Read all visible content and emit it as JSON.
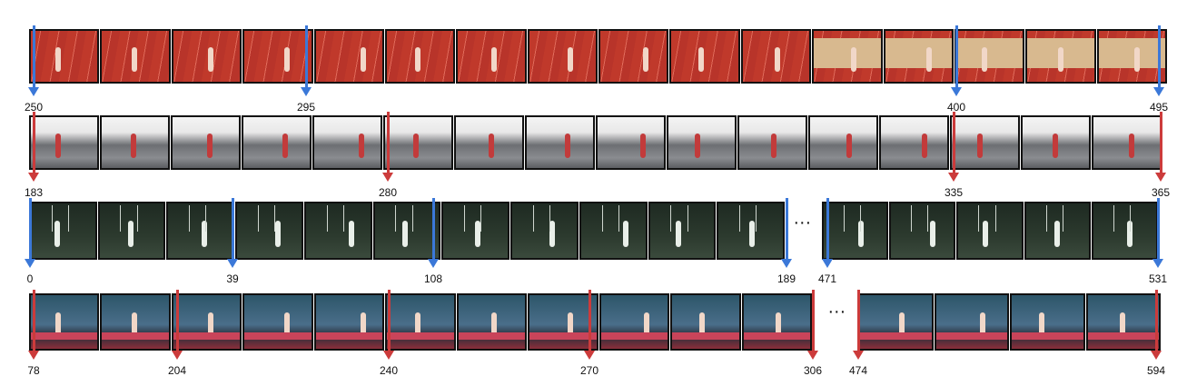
{
  "colors": {
    "marker_blue": "#3b78d8",
    "marker_red": "#cc3b3b",
    "frame_border": "#111111"
  },
  "rows": [
    {
      "id": "row-track",
      "scene": "running track and sandpit",
      "palette": [
        "#c0392b",
        "#b8342a",
        "#c94a3a"
      ],
      "marker_color": "blue",
      "labels": [
        "250",
        "295",
        "400",
        "495"
      ],
      "ellipsis": ""
    },
    {
      "id": "row-hammer-throw",
      "scene": "thrower in stadium",
      "palette": [
        "#6d6f73",
        "#8a8c90",
        "#e7e7e7"
      ],
      "marker_color": "red",
      "labels": [
        "183",
        "280",
        "335",
        "365"
      ],
      "ellipsis": ""
    },
    {
      "id": "row-rings",
      "scene": "gymnast on rings",
      "palette": [
        "#1e2a22",
        "#2c3a2e",
        "#3a4a3c"
      ],
      "marker_color": "blue",
      "labels": [
        "0",
        "39",
        "108",
        "189",
        "471",
        "531"
      ],
      "ellipsis": "..."
    },
    {
      "id": "row-balance-beam",
      "scene": "gymnast in arena",
      "palette": [
        "#2f6f80",
        "#4a6e8a",
        "#8a2e3a"
      ],
      "marker_color": "red",
      "labels": [
        "78",
        "204",
        "240",
        "270",
        "306",
        "474",
        "594"
      ],
      "ellipsis": "..."
    }
  ]
}
